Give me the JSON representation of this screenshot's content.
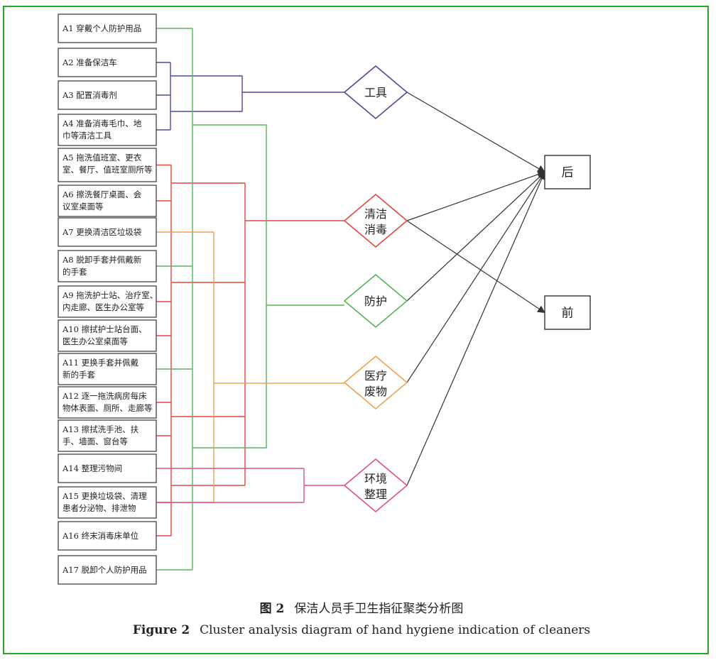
{
  "figure": {
    "caption_cn_label": "图 2",
    "caption_cn_text": "保洁人员手卫生指征聚类分析图",
    "caption_en_label": "Figure 2",
    "caption_en_text": "Cluster analysis diagram of hand hygiene indication of cleaners",
    "frame_color": "#2aa52a"
  },
  "items": [
    {
      "id": "A1",
      "lines": [
        "A1 穿戴个人防护用品"
      ]
    },
    {
      "id": "A2",
      "lines": [
        "A2 准备保洁车"
      ]
    },
    {
      "id": "A3",
      "lines": [
        "A3 配置消毒剂"
      ]
    },
    {
      "id": "A4",
      "lines": [
        "A4 准备消毒毛巾、地",
        "巾等清洁工具"
      ]
    },
    {
      "id": "A5",
      "lines": [
        "A5 拖洗值班室、更衣",
        "室、餐厅、值班室厕所等"
      ]
    },
    {
      "id": "A6",
      "lines": [
        "A6 擦洗餐厅桌面、会",
        "议室桌面等"
      ]
    },
    {
      "id": "A7",
      "lines": [
        "A7 更换清洁区垃圾袋"
      ]
    },
    {
      "id": "A8",
      "lines": [
        "A8 脱卸手套并佩戴新",
        "的手套"
      ]
    },
    {
      "id": "A9",
      "lines": [
        "A9 拖洗护士站、治疗室、",
        "内走廊、医生办公室等"
      ]
    },
    {
      "id": "A10",
      "lines": [
        "A10 擦拭护士站台面、",
        "医生办公室桌面等"
      ]
    },
    {
      "id": "A11",
      "lines": [
        "A11 更换手套并佩戴",
        "新的手套"
      ]
    },
    {
      "id": "A12",
      "lines": [
        "A12 逐一拖洗病房每床",
        "物体表面、厕所、走廊等"
      ]
    },
    {
      "id": "A13",
      "lines": [
        "A13 擦拭洗手池、扶",
        "手、墙面、窗台等"
      ]
    },
    {
      "id": "A14",
      "lines": [
        "A14 整理污物间"
      ]
    },
    {
      "id": "A15",
      "lines": [
        "A15 更换垃圾袋、清理",
        "患者分泌物、排泄物"
      ]
    },
    {
      "id": "A16",
      "lines": [
        "A16 终末消毒床单位"
      ]
    },
    {
      "id": "A17",
      "lines": [
        "A17 脱卸个人防护用品"
      ]
    }
  ],
  "clusters": [
    {
      "id": "tools",
      "lines": [
        "工具"
      ],
      "color": "#4a4a9c",
      "members": [
        "A2",
        "A3",
        "A4"
      ],
      "targets": [
        "after"
      ]
    },
    {
      "id": "clean",
      "lines": [
        "清洁",
        "消毒"
      ],
      "color": "#e0483c",
      "members": [
        "A5",
        "A6",
        "A9",
        "A10",
        "A12",
        "A13",
        "A15",
        "A16"
      ],
      "targets": [
        "after",
        "before"
      ]
    },
    {
      "id": "protect",
      "lines": [
        "防护"
      ],
      "color": "#58b458",
      "members": [
        "A1",
        "A8",
        "A11",
        "A17"
      ],
      "targets": [
        "after"
      ]
    },
    {
      "id": "waste",
      "lines": [
        "医疗",
        "废物"
      ],
      "color": "#f0a050",
      "members": [
        "A7",
        "A15"
      ],
      "targets": [
        "after"
      ]
    },
    {
      "id": "env",
      "lines": [
        "环境",
        "整理"
      ],
      "color": "#e0508a",
      "members": [
        "A14",
        "A15"
      ],
      "targets": [
        "after"
      ]
    }
  ],
  "outcomes": [
    {
      "id": "after",
      "label": "后"
    },
    {
      "id": "before",
      "label": "前"
    }
  ]
}
